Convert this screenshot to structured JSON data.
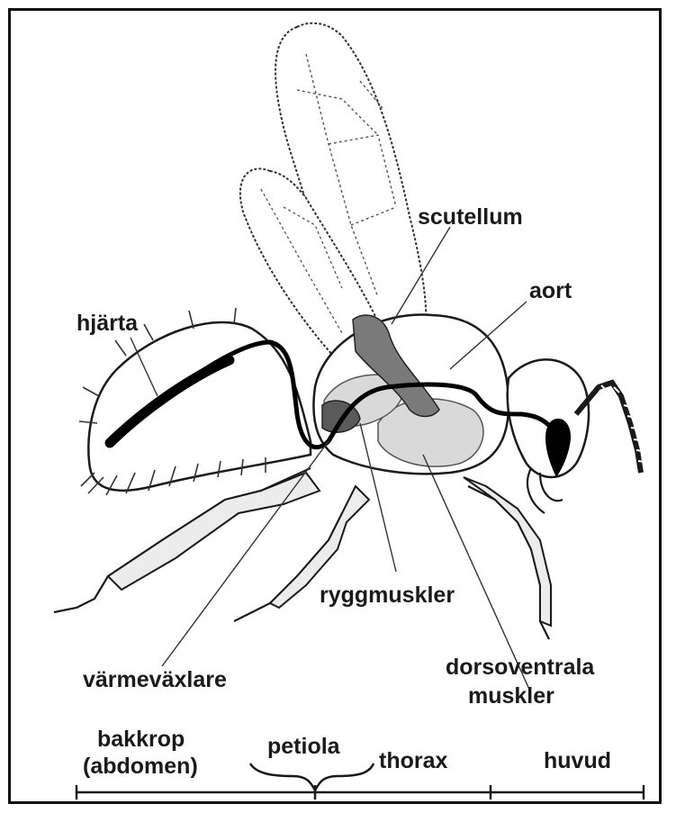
{
  "labels": {
    "scutellum": "scutellum",
    "aort": "aort",
    "hjarta": "hjärta",
    "ryggmuskler": "ryggmuskler",
    "varmevaxlare": "värmeväxlare",
    "dorsoventrala_1": "dorsoventrala",
    "dorsoventrala_2": "muskler"
  },
  "segments": {
    "bakkrop_1": "bakkrop",
    "bakkrop_2": "(abdomen)",
    "petiola": "petiola",
    "thorax": "thorax",
    "huvud": "huvud"
  },
  "colors": {
    "outline": "#1a1a1a",
    "light_gray": "#d9d9d9",
    "mid_gray": "#8c8c8c",
    "dark_gray": "#5a5a5a",
    "black": "#000000"
  }
}
